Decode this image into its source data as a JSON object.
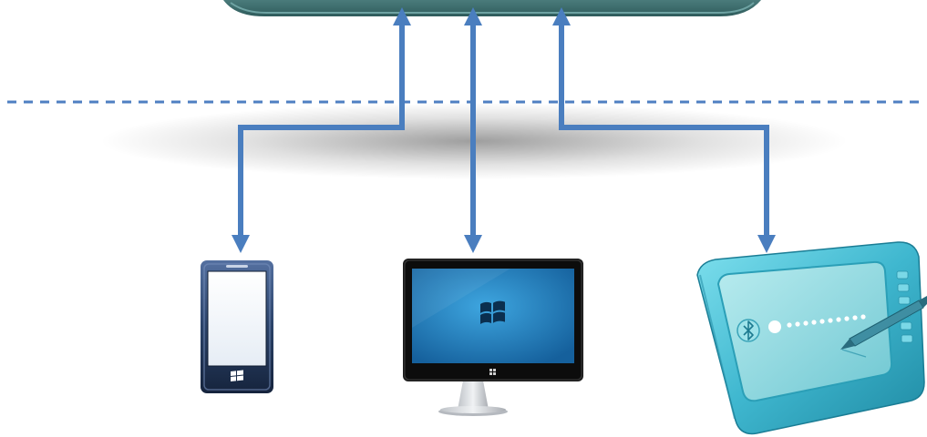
{
  "diagram": {
    "top_panel": {
      "color": "#3f6f6f",
      "edge_color": "#5f9595"
    },
    "divider": {
      "color": "#4f7fc2",
      "style": "dashed"
    },
    "arrow_color": "#4a7ebf",
    "connectors": [
      {
        "id": "phone",
        "bidirectional": true
      },
      {
        "id": "monitor",
        "bidirectional": true
      },
      {
        "id": "tablet",
        "bidirectional": true
      }
    ],
    "devices": [
      {
        "id": "phone",
        "icon": "windows-phone-icon",
        "color": "#1f3455"
      },
      {
        "id": "monitor",
        "icon": "windows-desktop-monitor-icon",
        "screen_color": "#2a88c6"
      },
      {
        "id": "tablet",
        "icon": "drawing-tablet-icon",
        "color": "#44bdd3"
      }
    ]
  }
}
